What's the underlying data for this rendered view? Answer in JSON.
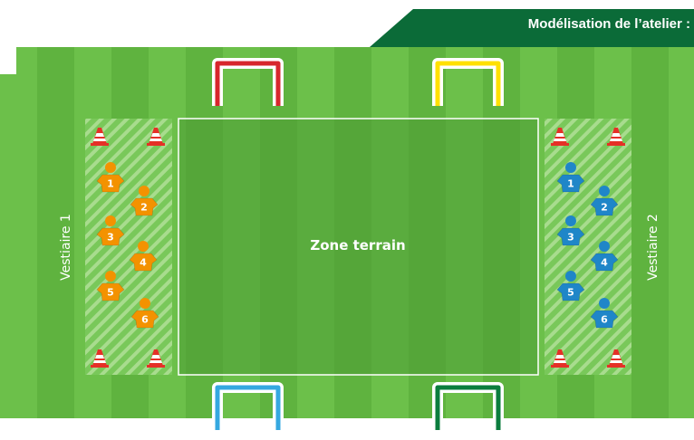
{
  "header": {
    "title": "Modélisation de l’atelier :"
  },
  "field": {
    "zone_label": "Zone terrain",
    "left_label": "Vestiaire 1",
    "right_label": "Vestiaire 2"
  },
  "teams": {
    "left": {
      "color": "#f39200",
      "players": [
        "1",
        "2",
        "3",
        "4",
        "5",
        "6"
      ]
    },
    "right": {
      "color": "#1f86c8",
      "players": [
        "1",
        "2",
        "3",
        "4",
        "5",
        "6"
      ]
    }
  },
  "goals": [
    {
      "name": "goal-top-left",
      "color": "#d7262c"
    },
    {
      "name": "goal-top-right",
      "color": "#ffe000"
    },
    {
      "name": "goal-bottom-left",
      "color": "#35a8e0"
    },
    {
      "name": "goal-bottom-right",
      "color": "#0b7d3e"
    }
  ],
  "colors": {
    "header_band": "#0b6b38",
    "grass_light": "#6cc04a",
    "grass_dark": "#5fb33f"
  }
}
